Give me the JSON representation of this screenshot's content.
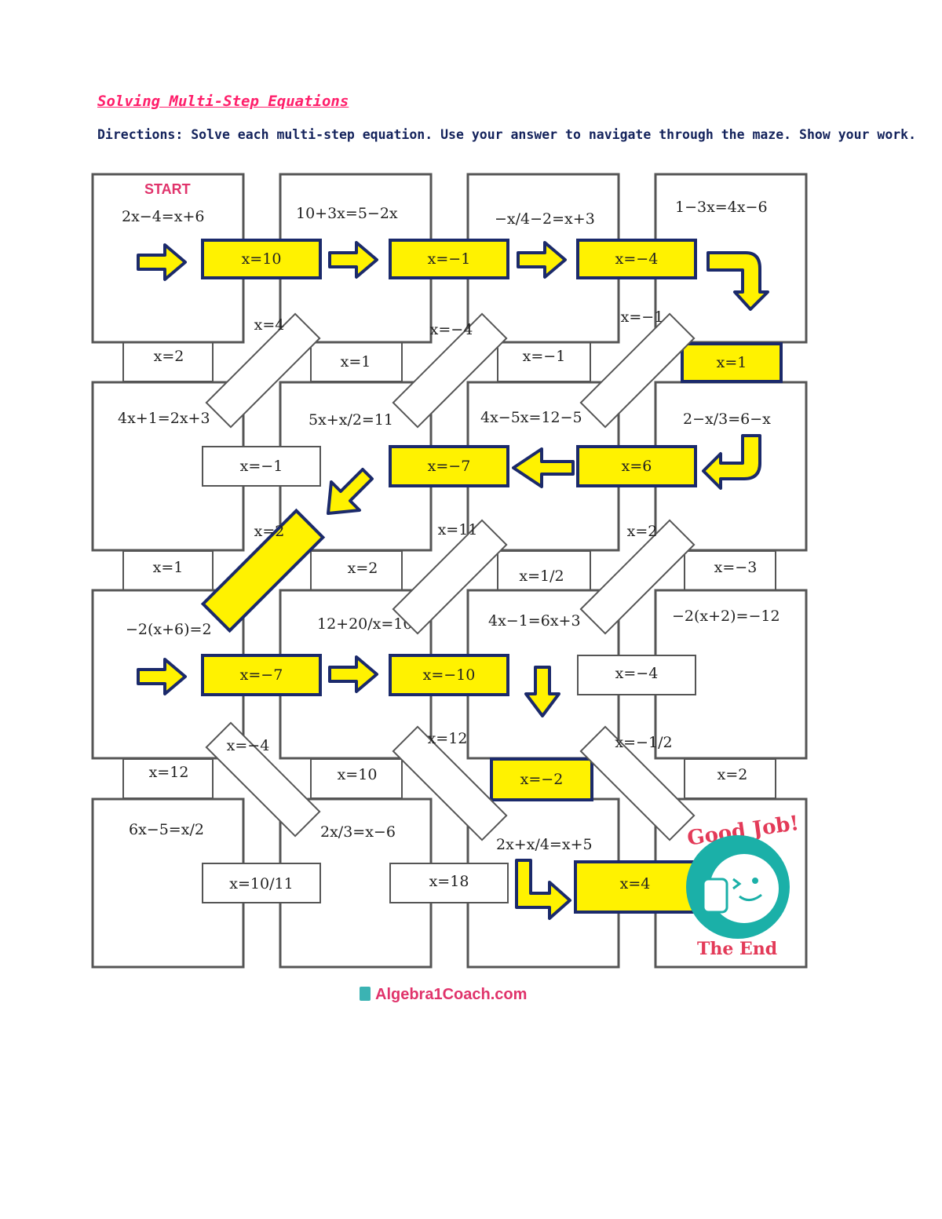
{
  "page": {
    "title": "Solving Multi-Step Equations",
    "directions": "Directions: Solve each multi-step equation. Use your answer to navigate through the maze. Show your work."
  },
  "maze": {
    "start_label": "START",
    "equations": [
      "2x−4=x+6",
      "10+3x=5−2x",
      "−x/4−2=x+3",
      "1−3x=4x−6",
      "4x+1=2x+3",
      "5x+x/2=11",
      "4x−5x=12−5",
      "2−x/3=6−x",
      "−2(x+6)=2",
      "12+20/x=10",
      "4x−1=6x+3",
      "−2(x+2)=−12",
      "6x−5=x/2",
      "2x/3=x−6",
      "2x+x/4=x+5"
    ],
    "answers": [
      {
        "text": "x=10",
        "highlight": true
      },
      {
        "text": "x=−1",
        "highlight": true
      },
      {
        "text": "x=−4",
        "highlight": true
      },
      {
        "text": "x=4",
        "highlight": false
      },
      {
        "text": "x=−4",
        "highlight": false
      },
      {
        "text": "x=−1",
        "highlight": false
      },
      {
        "text": "x=2",
        "highlight": false
      },
      {
        "text": "x=1",
        "highlight": false
      },
      {
        "text": "x=−1",
        "highlight": false
      },
      {
        "text": "x=1",
        "highlight": true
      },
      {
        "text": "x=−1",
        "highlight": false
      },
      {
        "text": "x=−7",
        "highlight": true
      },
      {
        "text": "x=6",
        "highlight": true
      },
      {
        "text": "x=2",
        "highlight": true
      },
      {
        "text": "x=11",
        "highlight": false
      },
      {
        "text": "x=2",
        "highlight": false
      },
      {
        "text": "x=1",
        "highlight": false
      },
      {
        "text": "x=2",
        "highlight": false
      },
      {
        "text": "x=1/2",
        "highlight": false
      },
      {
        "text": "x=−3",
        "highlight": false
      },
      {
        "text": "x=−7",
        "highlight": true
      },
      {
        "text": "x=−10",
        "highlight": true
      },
      {
        "text": "x=−4",
        "highlight": false
      },
      {
        "text": "x=−4",
        "highlight": false
      },
      {
        "text": "x=12",
        "highlight": false
      },
      {
        "text": "x=−1/2",
        "highlight": false
      },
      {
        "text": "x=12",
        "highlight": false
      },
      {
        "text": "x=10",
        "highlight": false
      },
      {
        "text": "x=−2",
        "highlight": true
      },
      {
        "text": "x=2",
        "highlight": false
      },
      {
        "text": "x=10/11",
        "highlight": false
      },
      {
        "text": "x=18",
        "highlight": false
      },
      {
        "text": "x=4",
        "highlight": true
      }
    ],
    "end_badge": {
      "top": "Good Job!",
      "bottom": "The End"
    }
  },
  "colors": {
    "highlight": "#fff200",
    "arrow_border": "#1b2a6b",
    "box_border": "#555555",
    "title": "#ff1f6b",
    "directions": "#14235c",
    "badge_teal": "#1bb0a8"
  },
  "footer": {
    "brand": "Algebra1Coach.com"
  }
}
